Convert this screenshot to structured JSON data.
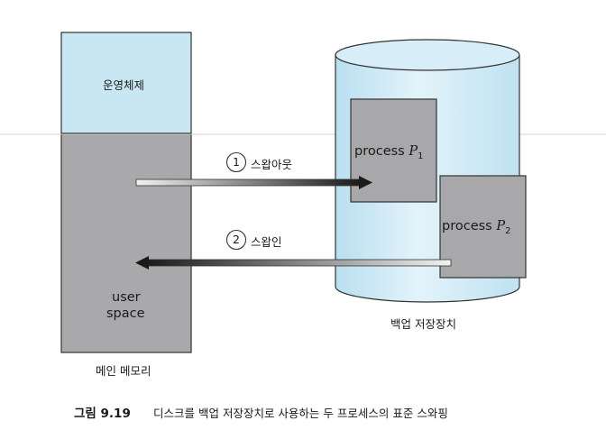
{
  "diagram": {
    "os_label": "운영체제",
    "user_space_line1": "user",
    "user_space_line2": "space",
    "main_memory_label": "메인 메모리",
    "backing_store_label": "백업 저장장치",
    "process1": {
      "text": "process ",
      "name": "P",
      "sub": "1"
    },
    "process2": {
      "text": "process ",
      "name": "P",
      "sub": "2"
    },
    "swap_out": {
      "number": "1",
      "label": "스왑아웃"
    },
    "swap_in": {
      "number": "2",
      "label": "스왑인"
    }
  },
  "caption": {
    "number": "그림 9.19",
    "text": "디스크를 백업 저장장치로 사용하는 두 프로세스의 표준 스와핑"
  },
  "colors": {
    "os_region": "#c9e6f3",
    "user_region": "#a9a9ab",
    "cylinder_fill": "#d2ecf7",
    "process_box": "#a8a8aa",
    "arrow_dark": "#1a1a1a",
    "outline": "#333333"
  }
}
